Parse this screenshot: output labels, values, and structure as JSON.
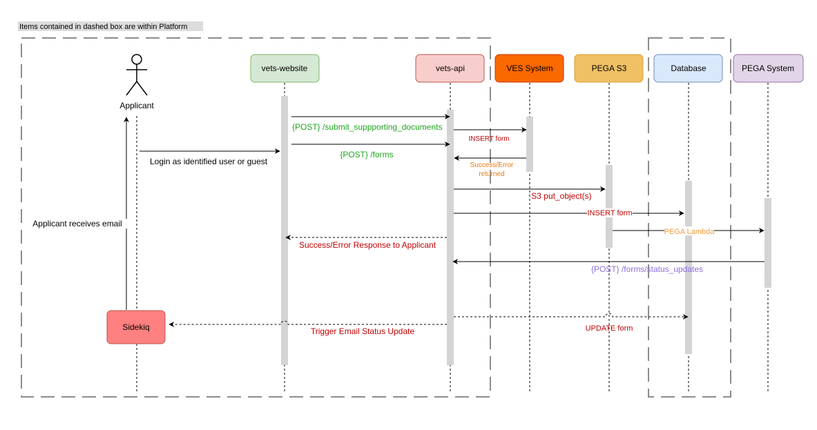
{
  "note": "Items contained in dashed box are within Platform",
  "colors": {
    "dashed_box": "#8c8c8c",
    "lifeline": "#000000",
    "activation": "#d4d4d4",
    "msg_green": "#1fa51f",
    "msg_red": "#c00000",
    "msg_orange": "#e8780a",
    "msg_orange_light": "#f59a3c",
    "msg_purple": "#8d6fdc",
    "msg_black": "#000000"
  },
  "participants": {
    "applicant": {
      "label": "Applicant",
      "icon": "stick-figure-actor-icon"
    },
    "vets_website": {
      "label": "vets-website",
      "fill": "#d5e8d4",
      "stroke": "#82b366"
    },
    "vets_api": {
      "label": "vets-api",
      "fill": "#f8cecc",
      "stroke": "#b85450"
    },
    "ves_system": {
      "label": "VES System",
      "fill": "#fa6800",
      "stroke": "#c73500"
    },
    "pega_s3": {
      "label": "PEGA S3",
      "fill": "#f0c064",
      "stroke": "#d6a234"
    },
    "database": {
      "label": "Database",
      "fill": "#dae8fc",
      "stroke": "#6c8ebf"
    },
    "pega_system": {
      "label": "PEGA System",
      "fill": "#e1d5e7",
      "stroke": "#9673a6"
    },
    "sidekiq": {
      "label": "Sidekiq",
      "fill": "#ff8080",
      "stroke": "#b85450"
    }
  },
  "messages": {
    "login": "Login as identified user or guest",
    "submit_docs": "{POST} /submit_suppporting_documents",
    "post_forms": "{POST} /forms",
    "insert_form_ves": "INSERT form",
    "success_error_returned": "Success/Error\nreturned",
    "s3_put": "S3 put_object(s)",
    "insert_form_db": "INSERT form",
    "pega_lambda": "PEGA Lambda",
    "response_applicant": "Success/Error Response to Applicant",
    "status_updates": "{POST} /forms/status_updates",
    "update_form": "UPDATE form",
    "trigger_email": "Trigger Email Status Update",
    "applicant_receives_email": "Applicant receives email"
  }
}
